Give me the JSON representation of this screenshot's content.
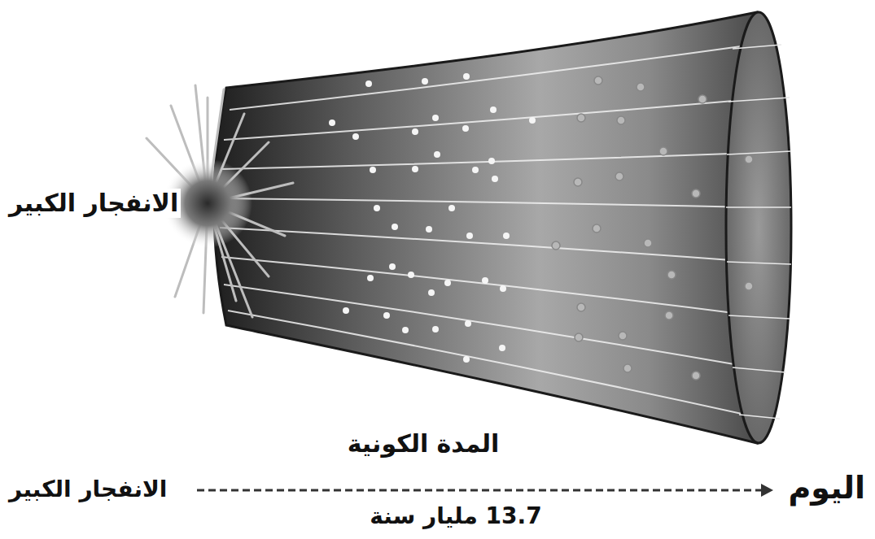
{
  "diagram": {
    "labels": [
      "الانفجار الكبير",
      "المدة الكونية",
      "الانفجار الكبير",
      "اليوم",
      "13.7 مليار سنة"
    ]
  }
}
